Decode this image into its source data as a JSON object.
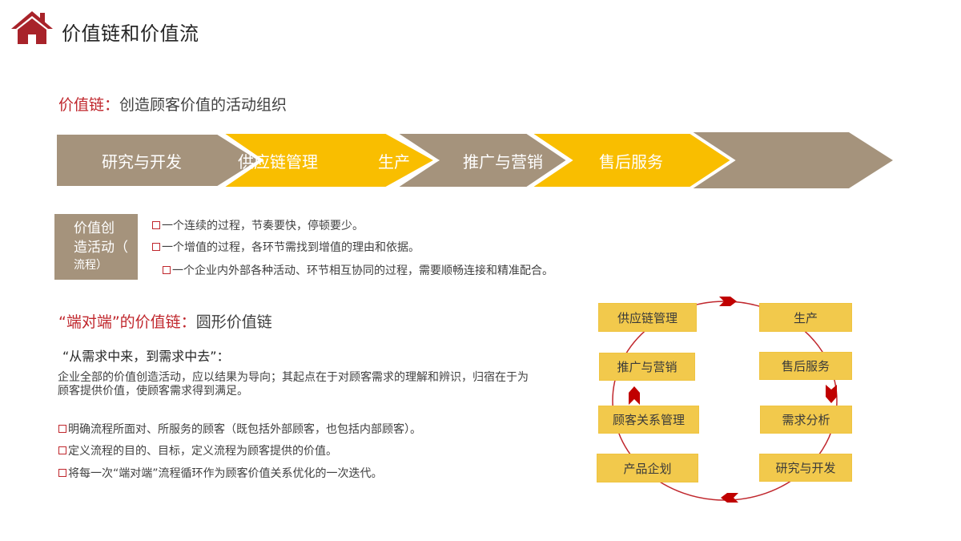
{
  "header": {
    "icon": "home-icon",
    "title": "价值链和价值流"
  },
  "value_chain": {
    "heading_key": "价值链：",
    "heading_text": "创造顾客价值的活动组织",
    "steps": [
      {
        "label": "研究与开发",
        "color": "#A5937C"
      },
      {
        "label": "供应链管理",
        "color": "#F9BE00"
      },
      {
        "label": "生产",
        "color": "#F9BE00"
      },
      {
        "label": "推广与营销",
        "color": "#A5937C"
      },
      {
        "label": "售后服务",
        "color": "#F9BE00"
      },
      {
        "label": "",
        "color": "#A5937C"
      }
    ]
  },
  "value_creation": {
    "box_line1": "价值创",
    "box_line2": "造活动（",
    "box_line3": "流程）",
    "bullets": [
      "一个连续的过程，节奏要快，停顿要少。",
      "一个增值的过程，各环节需找到增值的理由和依据。",
      "一个企业内外部各种活动、环节相互协同的过程，需要顺畅连接和精准配合。"
    ]
  },
  "end_to_end": {
    "heading_key": "“端对端”的价值链：",
    "heading_text": "圆形价值链",
    "quote": "“从需求中来，到需求中去”：",
    "paragraph": "企业全部的价值创造活动，应以结果为导向；其起点在于对顾客需求的理解和辨识，归宿在于为顾客提供价值，使顾客需求得到满足。",
    "bullets": [
      "明确流程所面对、所服务的顾客（既包括外部顾客，也包括内部顾客）。",
      "定义流程的目的、目标，定义流程为顾客提供的价值。",
      "将每一次“端对端”流程循环作为顾客价值关系优化的一次迭代。"
    ]
  },
  "cycle": {
    "box_color": "#F2C94C",
    "arc_color": "#C0272D",
    "arrow_color": "#C00000",
    "nodes": {
      "supply_chain": "供应链管理",
      "production": "生产",
      "marketing": "推广与营销",
      "after_sales": "售后服务",
      "crm": "顾客关系管理",
      "demand_analysis": "需求分析",
      "product_planning": "产品企划",
      "rnd": "研究与开发"
    }
  }
}
